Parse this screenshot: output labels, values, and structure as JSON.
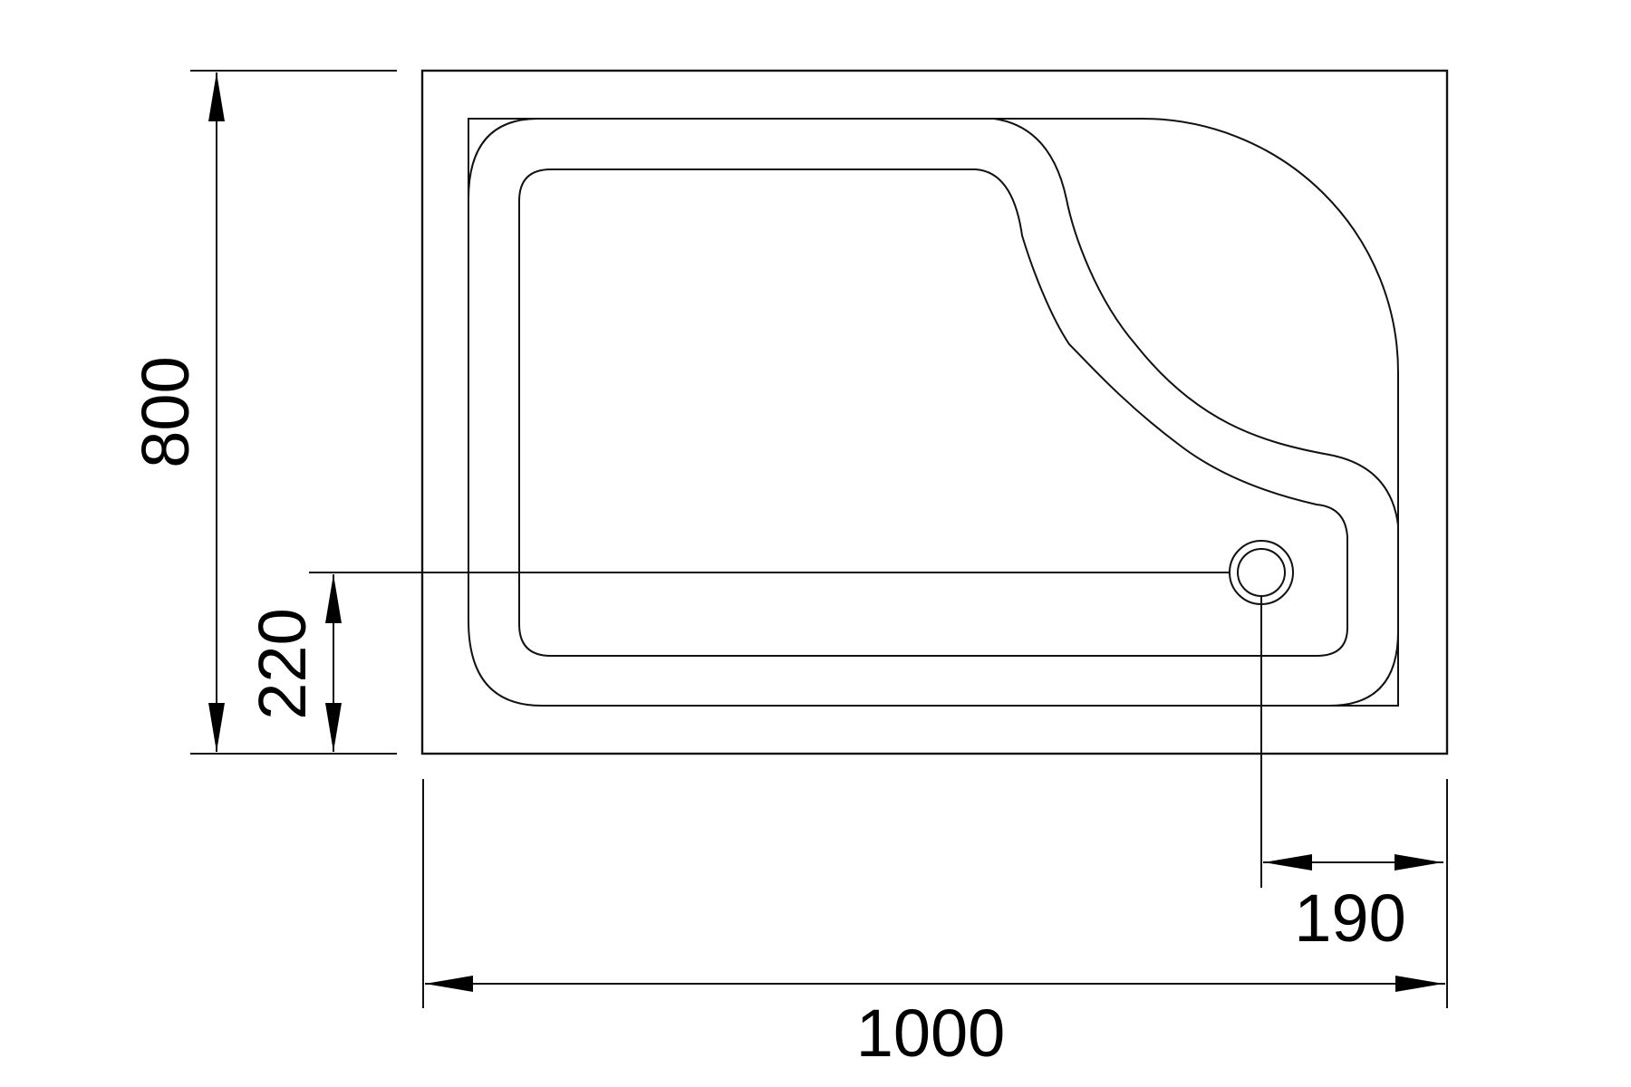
{
  "drawing": {
    "subject": "shower-tray-plan",
    "line_color": "#111111",
    "background": "#ffffff"
  },
  "dimensions": {
    "width_label": "1000",
    "depth_label": "800",
    "drain_from_bottom_label": "220",
    "drain_from_right_label": "190"
  }
}
